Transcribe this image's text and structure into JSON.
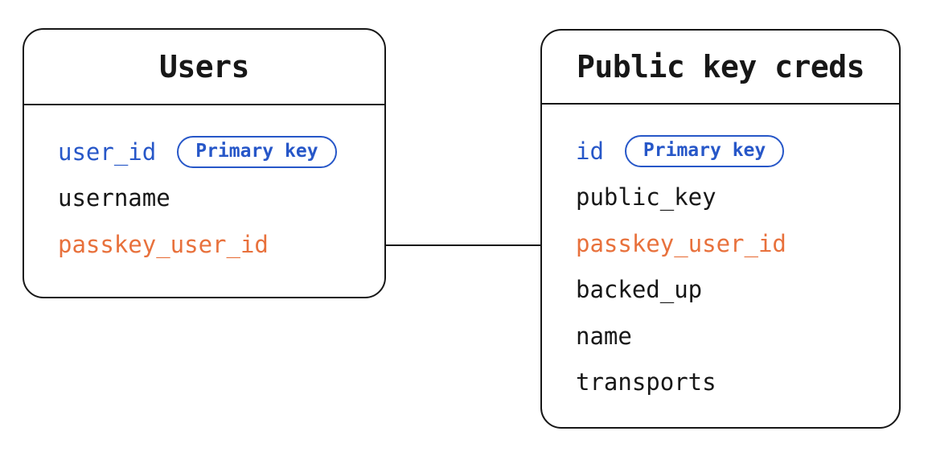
{
  "colors": {
    "background": "#ffffff",
    "stroke": "#171717",
    "primary_key_blue": "#2757c8",
    "foreign_key_orange": "#e8713c"
  },
  "tables": [
    {
      "title": "Users",
      "rows": [
        {
          "name": "user_id",
          "color": "blue",
          "badge": "Primary key"
        },
        {
          "name": "username",
          "color": "black"
        },
        {
          "name": "passkey_user_id",
          "color": "orange"
        }
      ]
    },
    {
      "title": "Public key creds",
      "rows": [
        {
          "name": "id",
          "color": "blue",
          "badge": "Primary key"
        },
        {
          "name": "public_key",
          "color": "black"
        },
        {
          "name": "passkey_user_id",
          "color": "orange"
        },
        {
          "name": "backed_up",
          "color": "black"
        },
        {
          "name": "name",
          "color": "black"
        },
        {
          "name": "transports",
          "color": "black"
        }
      ]
    }
  ],
  "connector": {
    "from": "Users.passkey_user_id",
    "to": "Public key creds.passkey_user_id"
  }
}
